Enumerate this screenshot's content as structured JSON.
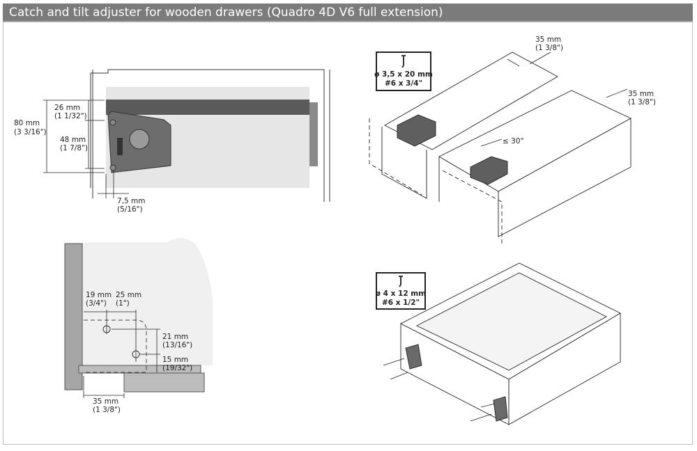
{
  "title": "Catch and tilt adjuster for wooden drawers (Quadro 4D V6 full extension)",
  "side_view": {
    "dim_total": {
      "mm": "80 mm",
      "inch": "(3 3/16\")"
    },
    "dim_top": {
      "mm": "26 mm",
      "inch": "(1 1/32\")"
    },
    "dim_middle": {
      "mm": "48 mm",
      "inch": "(1 7/8\")"
    },
    "dim_offset": {
      "mm": "7,5 mm",
      "inch": "(5/16\")"
    }
  },
  "hole_view": {
    "dim_19": {
      "mm": "19 mm",
      "inch": "(3/4\")"
    },
    "dim_25": {
      "mm": "25 mm",
      "inch": "(1\")"
    },
    "dim_21": {
      "mm": "21 mm",
      "inch": "(13/16\")"
    },
    "dim_15": {
      "mm": "15 mm",
      "inch": "(19/32\")"
    },
    "dim_35": {
      "mm": "35 mm",
      "inch": "(1 3/8\")"
    }
  },
  "iso_top": {
    "screw": {
      "size": "ø 3,5 x 20 mm",
      "imperial": "#6 x 3/4\""
    },
    "dim_back": {
      "mm": "35 mm",
      "inch": "(1 3/8\")"
    },
    "dim_right": {
      "mm": "35 mm",
      "inch": "(1 3/8\")"
    },
    "angle": "≤ 30°"
  },
  "iso_bottom": {
    "screw": {
      "size": "ø 4 x 12 mm",
      "imperial": "#6 x 1/2\""
    }
  }
}
